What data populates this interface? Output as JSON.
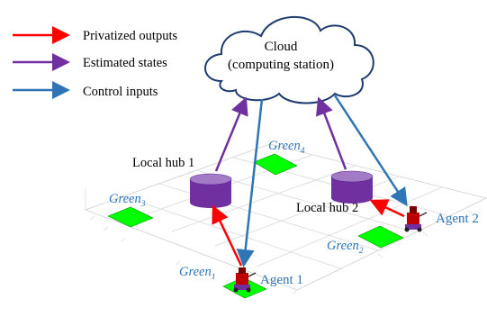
{
  "legend": [
    {
      "label": "Privatized outputs",
      "color": "#ff0000"
    },
    {
      "label": "Estimated states",
      "color": "#7030a0"
    },
    {
      "label": "Control inputs",
      "color": "#2e75b6"
    }
  ],
  "cloud": {
    "line1": "Cloud",
    "line2": "(computing station)",
    "fill": "#ffffff",
    "stroke": "#1f3b70"
  },
  "hubs": [
    {
      "label": "Local hub 1",
      "color": "#7030a0"
    },
    {
      "label": "Local hub 2",
      "color": "#7030a0"
    }
  ],
  "agents": [
    {
      "label": "Agent 1",
      "color": "#2e75b6"
    },
    {
      "label": "Agent 2",
      "color": "#2e75b6"
    }
  ],
  "greens": [
    {
      "name": "Green",
      "sub": "1"
    },
    {
      "name": "Green",
      "sub": "2"
    },
    {
      "name": "Green",
      "sub": "3"
    },
    {
      "name": "Green",
      "sub": "4"
    }
  ],
  "colors": {
    "green_patch": "#00ff00",
    "grid": "#d9d9d9",
    "hub": "#7030a0",
    "hub_top": "#a37ac6",
    "robot": "#c00000"
  }
}
